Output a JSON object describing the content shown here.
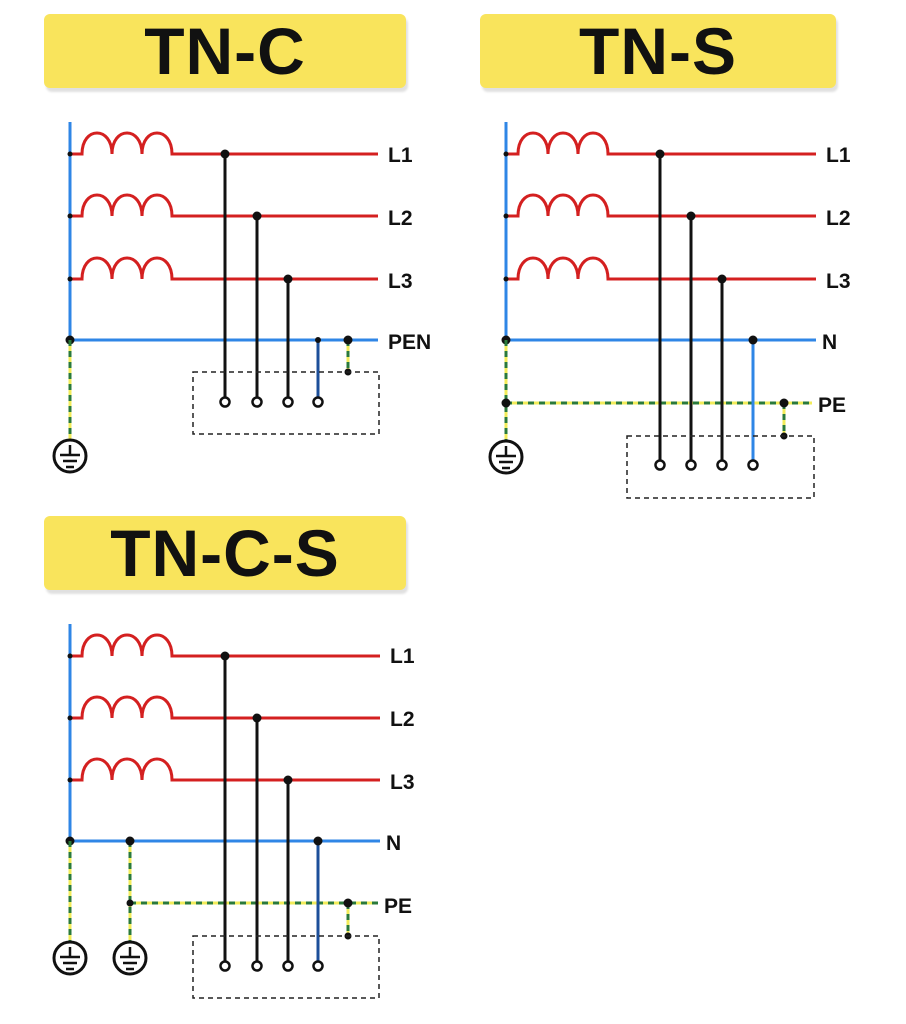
{
  "colors": {
    "phase": "#d42020",
    "neutral": "#2f86e6",
    "neutral_dark": "#1c4f9a",
    "conductor": "#111111",
    "pe_green": "#2a7a3a",
    "pe_yellow": "#f2ec5a",
    "banner": "#f9e45c"
  },
  "diagrams": [
    {
      "id": "tnc",
      "title": "TN-C",
      "labels": {
        "l1": "L1",
        "l2": "L2",
        "l3": "L3",
        "n": "PEN"
      }
    },
    {
      "id": "tns",
      "title": "TN-S",
      "labels": {
        "l1": "L1",
        "l2": "L2",
        "l3": "L3",
        "n": "N",
        "pe": "PE"
      }
    },
    {
      "id": "tncs",
      "title": "TN-C-S",
      "labels": {
        "l1": "L1",
        "l2": "L2",
        "l3": "L3",
        "n": "N",
        "pe": "PE"
      }
    }
  ],
  "icons": {
    "ground": "ground-symbol-icon",
    "coil": "transformer-coil-icon",
    "terminal": "terminal-icon"
  }
}
